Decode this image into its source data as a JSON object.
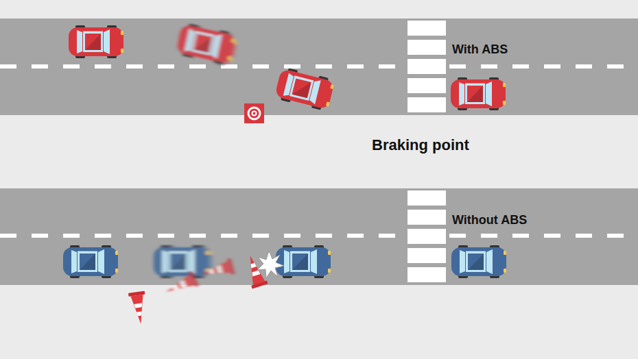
{
  "diagram": {
    "labels": [
      "With ABS",
      "Braking point",
      "Without ABS"
    ]
  }
}
